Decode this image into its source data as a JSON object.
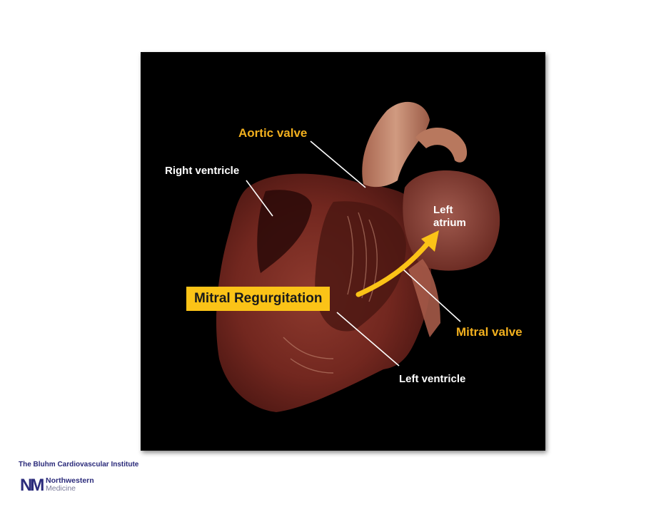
{
  "labels": {
    "right_ventricle": "Right ventricle",
    "aortic_valve": "Aortic valve",
    "left_atrium_line1": "Left",
    "left_atrium_line2": "atrium",
    "mitral_valve": "Mitral valve",
    "left_ventricle": "Left ventricle",
    "mitral_regurgitation": "Mitral Regurgitation"
  },
  "footer": {
    "institute": "The Bluhm Cardiovascular Institute",
    "logo_mark": "NM",
    "logo_line1": "Northwestern",
    "logo_line2": "Medicine"
  },
  "colors": {
    "background": "#000000",
    "heart": "#7a2a22",
    "label_white": "#ffffff",
    "label_yellow": "#f2b01e",
    "callout_fill": "#fbc317",
    "logo_navy": "#2b2b7b"
  },
  "icons": {
    "arrow": "curved-arrow-icon",
    "logo": "northwestern-medicine-logo"
  }
}
